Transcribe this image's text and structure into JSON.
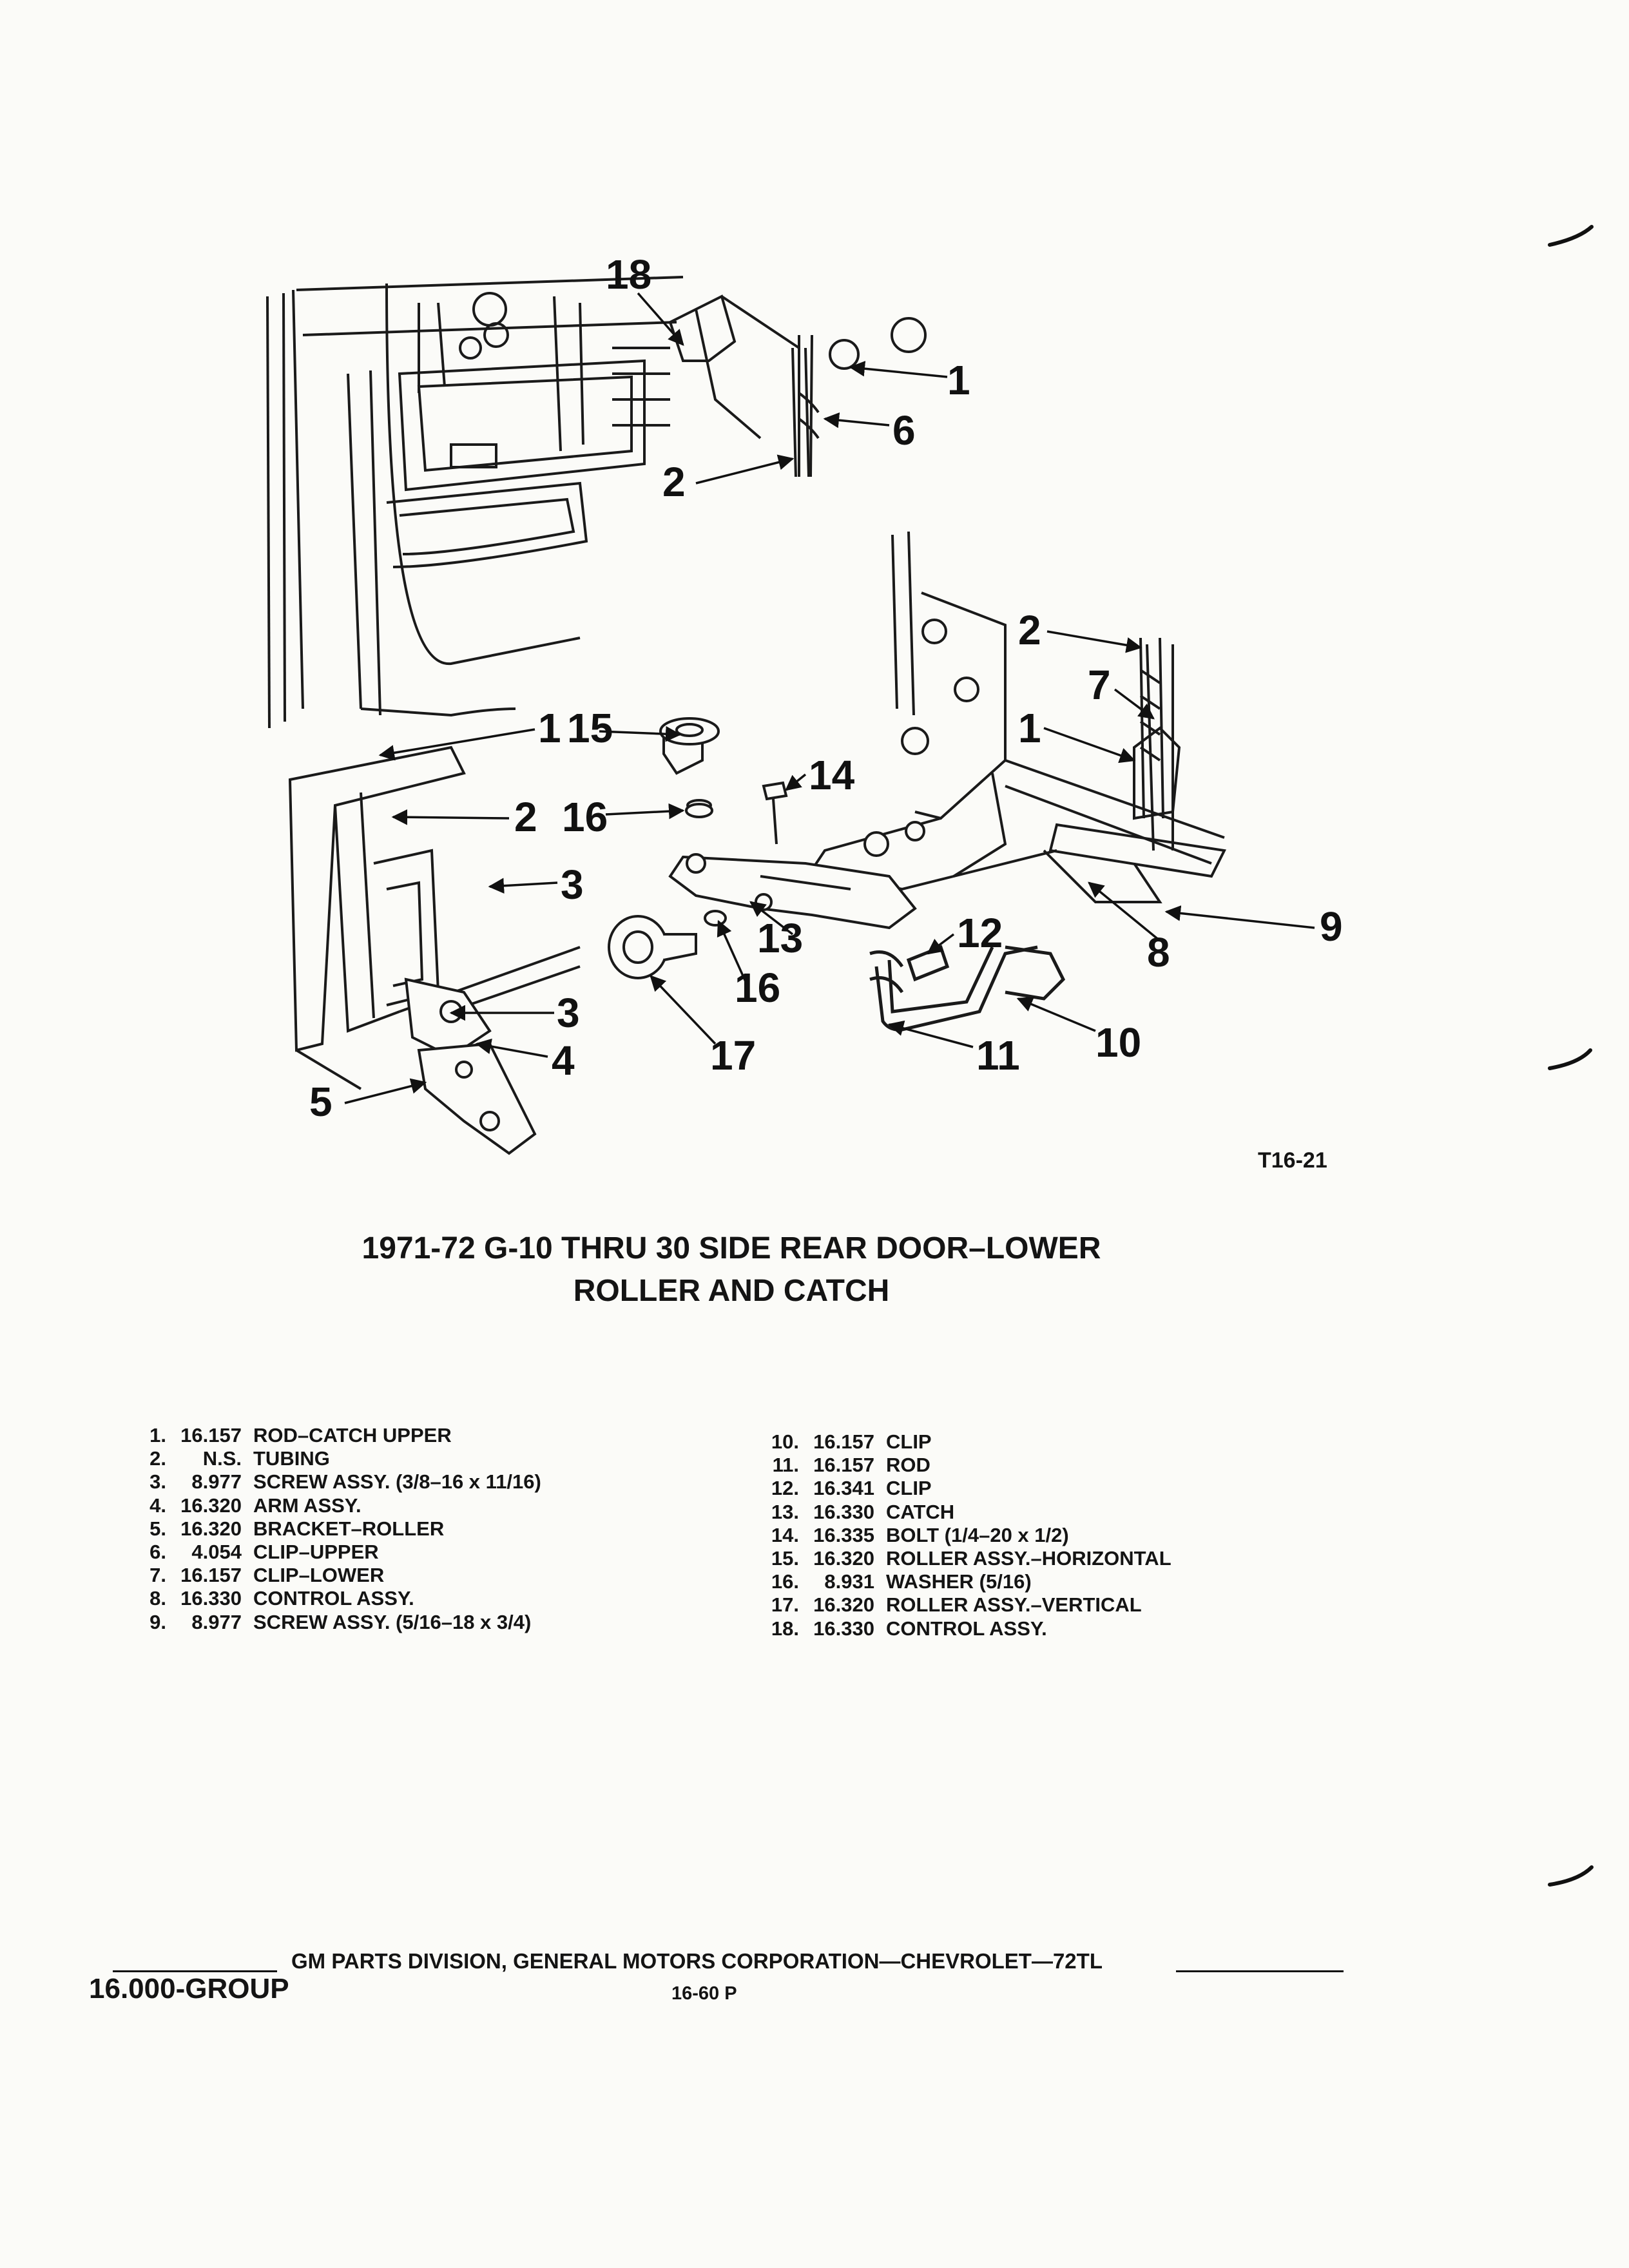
{
  "figure": {
    "callouts": {
      "top_18": "18",
      "top_1": "1",
      "top_6": "6",
      "top_2": "2",
      "right_2": "2",
      "right_7": "7",
      "right_1": "1",
      "left_1": "1",
      "c_15": "15",
      "c_14": "14",
      "left_2": "2",
      "c_16a": "16",
      "left_3a": "3",
      "c_13": "13",
      "c_16b": "16",
      "c_12": "12",
      "c_8": "8",
      "c_9": "9",
      "left_3b": "3",
      "left_4": "4",
      "c_17": "17",
      "c_11": "11",
      "c_10": "10",
      "left_5": "5"
    },
    "code": "T16-21"
  },
  "caption": {
    "line1": "1971-72  G-10 THRU 30 SIDE REAR DOOR–LOWER",
    "line2": "ROLLER AND CATCH"
  },
  "parts_left": [
    {
      "num": "1.",
      "code": "16.157",
      "desc": "ROD–CATCH UPPER"
    },
    {
      "num": "2.",
      "code": "N.S.",
      "desc": "TUBING"
    },
    {
      "num": "3.",
      "code": "8.977",
      "desc": "SCREW ASSY. (3/8–16 x 11/16)"
    },
    {
      "num": "4.",
      "code": "16.320",
      "desc": "ARM ASSY."
    },
    {
      "num": "5.",
      "code": "16.320",
      "desc": "BRACKET–ROLLER"
    },
    {
      "num": "6.",
      "code": "4.054",
      "desc": "CLIP–UPPER"
    },
    {
      "num": "7.",
      "code": "16.157",
      "desc": "CLIP–LOWER"
    },
    {
      "num": "8.",
      "code": "16.330",
      "desc": "CONTROL ASSY."
    },
    {
      "num": "9.",
      "code": "8.977",
      "desc": "SCREW ASSY. (5/16–18 x 3/4)"
    }
  ],
  "parts_right": [
    {
      "num": "10.",
      "code": "16.157",
      "desc": "CLIP"
    },
    {
      "num": "11.",
      "code": "16.157",
      "desc": "ROD"
    },
    {
      "num": "12.",
      "code": "16.341",
      "desc": "CLIP"
    },
    {
      "num": "13.",
      "code": "16.330",
      "desc": "CATCH"
    },
    {
      "num": "14.",
      "code": "16.335",
      "desc": "BOLT (1/4–20 x 1/2)"
    },
    {
      "num": "15.",
      "code": "16.320",
      "desc": "ROLLER ASSY.–HORIZONTAL"
    },
    {
      "num": "16.",
      "code": "8.931",
      "desc": "WASHER (5/16)"
    },
    {
      "num": "17.",
      "code": "16.320",
      "desc": "ROLLER ASSY.–VERTICAL"
    },
    {
      "num": "18.",
      "code": "16.330",
      "desc": "CONTROL ASSY."
    }
  ],
  "footer": {
    "publisher": "GM PARTS DIVISION, GENERAL MOTORS CORPORATION—CHEVROLET—72TL",
    "group": "16.000-GROUP",
    "page": "16-60 P"
  }
}
